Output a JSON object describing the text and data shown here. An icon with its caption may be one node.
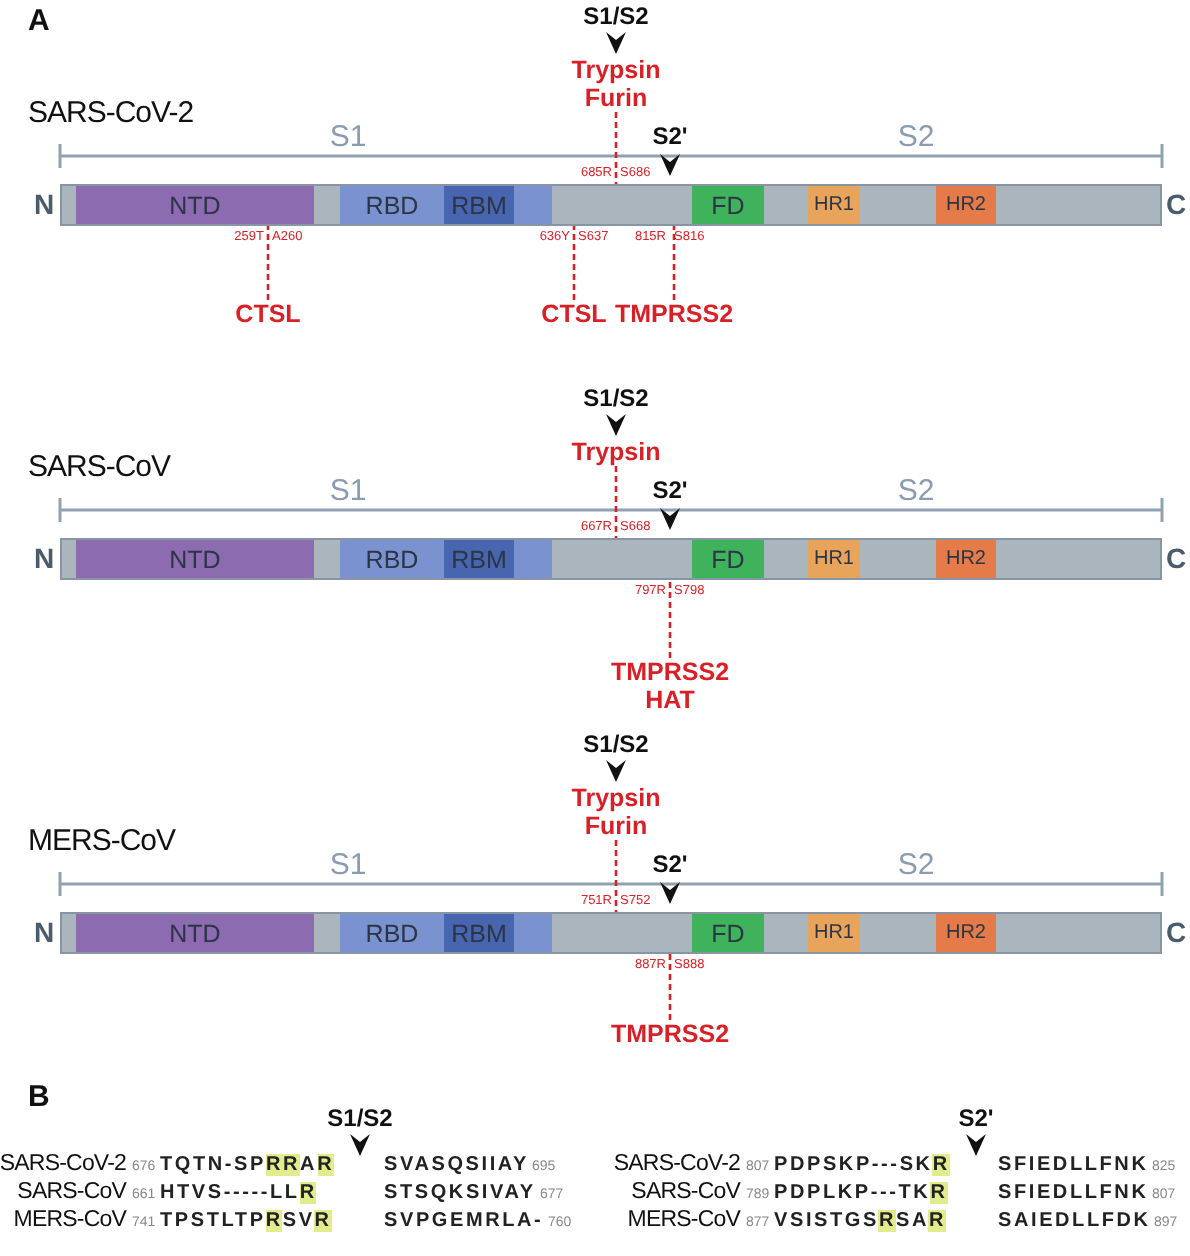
{
  "diagram": {
    "nodes": [
      {
        "text": [
          "Trypsin",
          "Furin"
        ]
      },
      {
        "text": [],
        "shape": "bar"
      },
      {
        "text": [
          "NTD"
        ],
        "in": 1
      },
      {
        "text": [
          "RBD"
        ],
        "in": 1
      },
      {
        "text": [
          "RBM"
        ],
        "in": 3
      },
      {
        "text": [
          "FD"
        ],
        "in": 1
      },
      {
        "text": [
          "HR1"
        ],
        "in": 1
      },
      {
        "text": [
          "HR2"
        ],
        "in": 1
      },
      {
        "text": [
          "CTSL"
        ]
      },
      {
        "text": [
          "CTSL"
        ]
      },
      {
        "text": [
          "TMPRSS2"
        ]
      },
      {
        "text": [
          "Trypsin"
        ]
      },
      {
        "text": [],
        "shape": "bar"
      },
      {
        "text": [
          "NTD"
        ],
        "in": 12
      },
      {
        "text": [
          "RBD"
        ],
        "in": 12
      },
      {
        "text": [
          "RBM"
        ],
        "in": 14
      },
      {
        "text": [
          "FD"
        ],
        "in": 12
      },
      {
        "text": [
          "HR1"
        ],
        "in": 12
      },
      {
        "text": [
          "HR2"
        ],
        "in": 12
      },
      {
        "text": [
          "TMPRSS2",
          "HAT"
        ]
      },
      {
        "text": [
          "Trypsin",
          "Furin"
        ]
      },
      {
        "text": [],
        "shape": "bar"
      },
      {
        "text": [
          "NTD"
        ],
        "in": 21
      },
      {
        "text": [
          "RBD"
        ],
        "in": 21
      },
      {
        "text": [
          "RBM"
        ],
        "in": 23
      },
      {
        "text": [
          "FD"
        ],
        "in": 21
      },
      {
        "text": [
          "HR1"
        ],
        "in": 21
      },
      {
        "text": [
          "HR2"
        ],
        "in": 21
      },
      {
        "text": [
          "TMPRSS2"
        ]
      }
    ],
    "edges": [
      {
        "from": 0,
        "to": 1,
        "arrow": "none",
        "style": "dashed"
      },
      {
        "from": 8,
        "to": 1,
        "arrow": "none",
        "style": "dashed"
      },
      {
        "from": 9,
        "to": 1,
        "arrow": "none",
        "style": "dashed"
      },
      {
        "from": 10,
        "to": 1,
        "arrow": "none",
        "style": "dashed"
      },
      {
        "from": 11,
        "to": 12,
        "arrow": "none",
        "style": "dashed"
      },
      {
        "from": 19,
        "to": 12,
        "arrow": "none",
        "style": "dashed"
      },
      {
        "from": 20,
        "to": 21,
        "arrow": "none",
        "style": "dashed"
      },
      {
        "from": 28,
        "to": 21,
        "arrow": "none",
        "style": "dashed"
      }
    ],
    "labels": [
      "A",
      "S1/S2",
      "SARS-CoV-2",
      "S1",
      "S2'",
      "S2",
      "685R",
      "S686",
      "N",
      "C",
      "259T",
      "A260",
      "636Y",
      "S637",
      "815R",
      "S816",
      "S1/S2",
      "SARS-CoV",
      "S1",
      "S2'",
      "S2",
      "667R",
      "S668",
      "N",
      "C",
      "797R",
      "S798",
      "S1/S2",
      "MERS-CoV",
      "S1",
      "S2'",
      "S2",
      "751R",
      "S752",
      "N",
      "C",
      "887R",
      "S888",
      "B",
      "S1/S2",
      "S2'",
      "SARS-CoV-2",
      "676",
      "TQTN-SP**RR**A**R**",
      "SVASQSIIAY",
      "695",
      "SARS-CoV",
      "661",
      "HTVS-----LL**R**",
      "STSQKSIVAY",
      "677",
      "MERS-CoV",
      "741",
      "TPSTLTP**R**SV**R**",
      "SVPGEMRLA-",
      "760",
      "SARS-CoV-2",
      "807",
      "PDPSKP---SK**R**",
      "SFIEDLLFNK",
      "825",
      "SARS-CoV",
      "789",
      "PDPLKP---TK**R**",
      "SFIEDLLFNK",
      "807",
      "MERS-CoV",
      "877",
      "VSISTGS**R**SA**R**",
      "SAIEDLLFDK",
      "897"
    ]
  }
}
